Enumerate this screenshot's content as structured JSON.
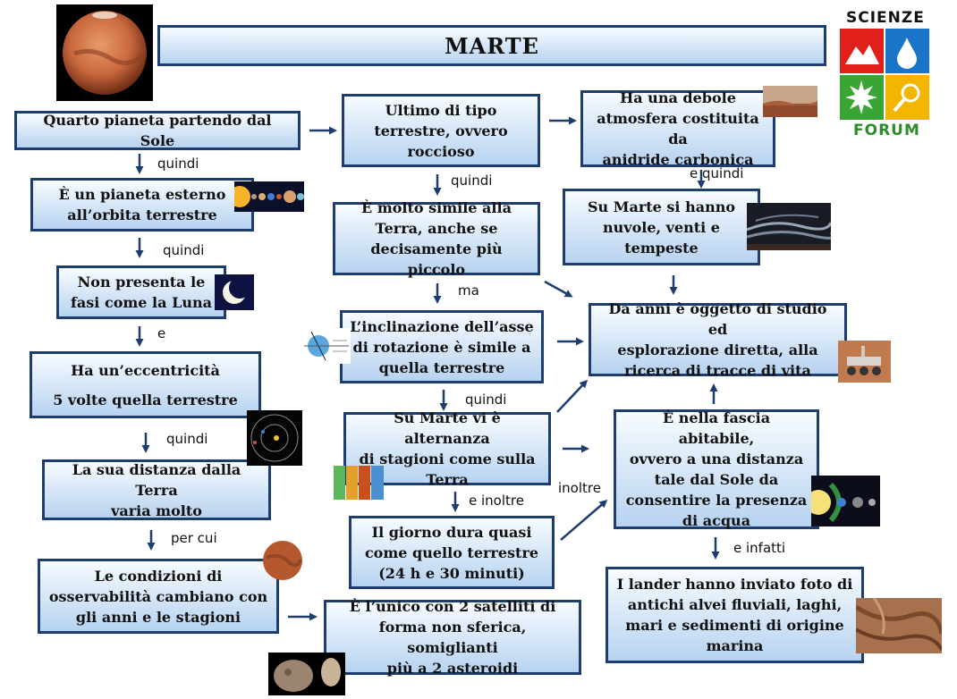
{
  "title": "MARTE",
  "logo": {
    "top_text": "SCIENZE",
    "bottom_text": "FORUM"
  },
  "boxes": {
    "b1": [
      "Quarto pianeta partendo dal Sole"
    ],
    "b2": [
      "È un pianeta esterno",
      "all’orbita terrestre"
    ],
    "b3": [
      "Non presenta le",
      "fasi come la Luna"
    ],
    "b4": [
      "Ha un’eccentricità",
      "5 volte quella terrestre"
    ],
    "b5": [
      "La sua distanza dalla Terra",
      "varia molto"
    ],
    "b6": [
      "Le condizioni di",
      "osservabilità cambiano con",
      "gli anni e le stagioni"
    ],
    "b7": [
      "Ultimo di tipo",
      "terrestre, ovvero",
      "roccioso"
    ],
    "b8": [
      "È molto simile alla",
      "Terra, anche se",
      "decisamente più piccolo"
    ],
    "b9": [
      "L’inclinazione dell’asse",
      "di rotazione è simile a",
      "quella terrestre"
    ],
    "b10": [
      "Su Marte vi è alternanza",
      "di stagioni come sulla",
      "Terra"
    ],
    "b11": [
      "Il giorno dura quasi",
      "come quello terrestre",
      "(24 h e 30 minuti)"
    ],
    "b12": [
      "È l’unico con 2 satelliti di",
      "forma non sferica, somiglianti",
      "più a 2 asteroidi"
    ],
    "b13": [
      "Ha una debole",
      "atmosfera costituita da",
      "anidride carbonica"
    ],
    "b14": [
      "Su Marte si hanno",
      "nuvole, venti e",
      "tempeste"
    ],
    "b15": [
      "Da anni è oggetto di studio ed",
      "esplorazione diretta, alla",
      "ricerca di tracce di vita"
    ],
    "b16": [
      "È nella fascia abitabile,",
      "ovvero a una distanza",
      "tale dal Sole da",
      "consentire la presenza",
      "di acqua"
    ],
    "b17": [
      "I lander hanno inviato foto di",
      "antichi alvei fluviali, laghi,",
      "mari e sedimenti di origine",
      "marina"
    ]
  },
  "labels": {
    "l1": "quindi",
    "l2": "quindi",
    "l3": "e",
    "l4": "quindi",
    "l5": "per cui",
    "l6": "quindi",
    "l7": "ma",
    "l8": "quindi",
    "l9": "e inoltre",
    "l10": "inoltre",
    "l11": "e quindi",
    "l12": "e infatti"
  },
  "colors": {
    "box_border": "#1d3d6e",
    "box_fill_top": "#f7fbff",
    "box_fill_bottom": "#b7d3f0",
    "arrow": "#1d3d6e",
    "logo_red": "#e0201b",
    "logo_blue": "#1a75c9",
    "logo_green": "#3aa535",
    "logo_yellow": "#f2b600"
  },
  "icons": [
    "mars-photo",
    "solar-system-icon",
    "moon-icon",
    "orbit-icon",
    "mars-small-icon",
    "moons-phobos-deimos-icon",
    "axis-tilt-icon",
    "seasons-icon",
    "mars-landscape-icon",
    "clouds-icon",
    "rover-icon",
    "habitable-zone-icon",
    "riverbed-icon",
    "scienze-forum-logo"
  ]
}
